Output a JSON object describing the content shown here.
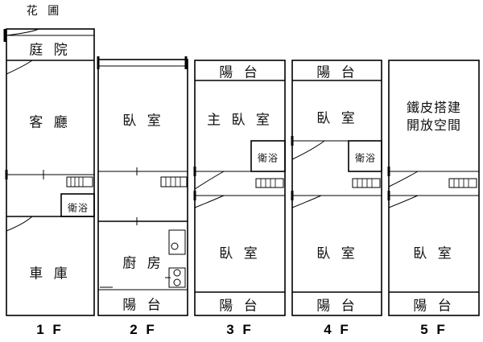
{
  "garden": "花 圃",
  "floors": [
    {
      "label": "1 F",
      "rooms": [
        "庭 院",
        "客 廳",
        "衛浴",
        "車 庫"
      ]
    },
    {
      "label": "2 F",
      "rooms": [
        "臥 室",
        "廚 房",
        "陽 台"
      ]
    },
    {
      "label": "3 F",
      "rooms": [
        "陽 台",
        "主 臥 室",
        "衛浴",
        "臥 室",
        "陽 台"
      ]
    },
    {
      "label": "4 F",
      "rooms": [
        "陽 台",
        "臥 室",
        "衛浴",
        "臥 室",
        "陽 台"
      ]
    },
    {
      "label": "5 F",
      "rooms": [
        "鐵皮搭建",
        "開放空間",
        "臥 室",
        "陽 台"
      ]
    }
  ],
  "colors": {
    "line": "#000000",
    "background": "#ffffff"
  }
}
